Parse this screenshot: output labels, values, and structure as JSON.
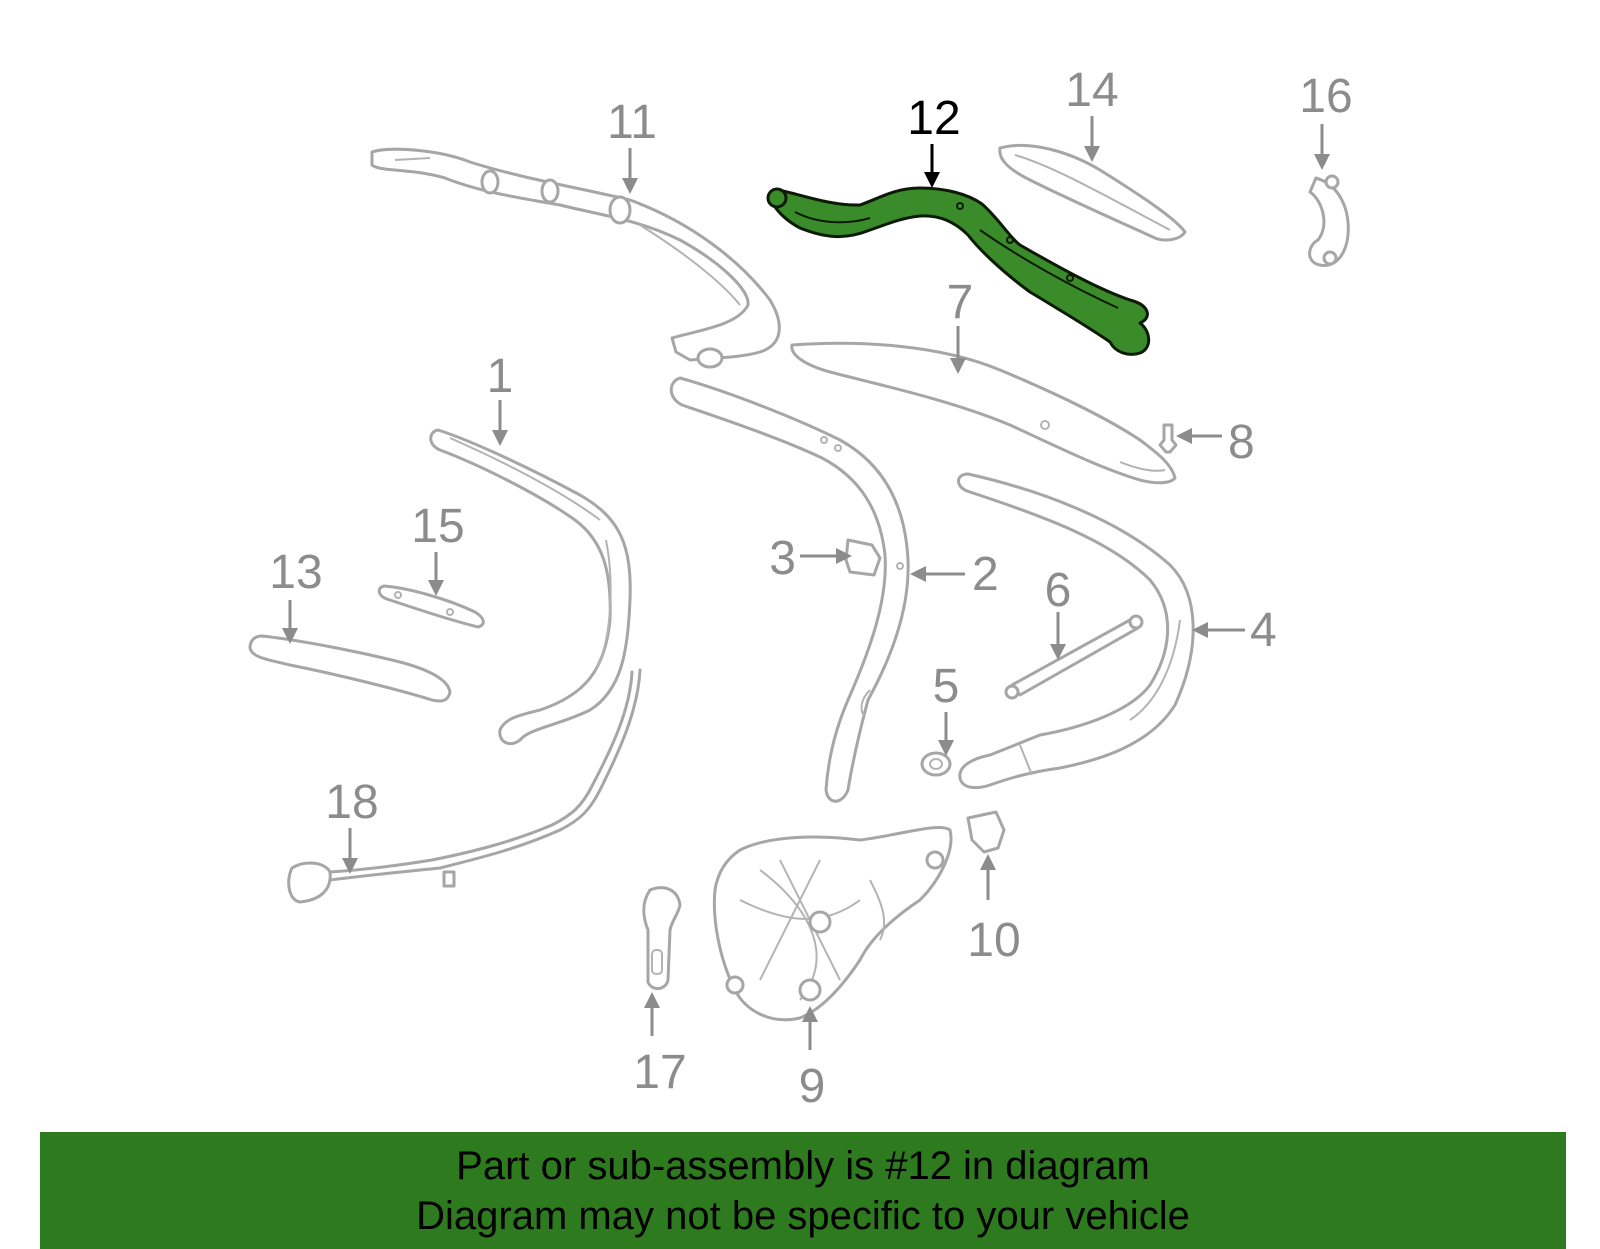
{
  "callouts": [
    {
      "id": "1",
      "label": "1"
    },
    {
      "id": "2",
      "label": "2"
    },
    {
      "id": "3",
      "label": "3"
    },
    {
      "id": "4",
      "label": "4"
    },
    {
      "id": "5",
      "label": "5"
    },
    {
      "id": "6",
      "label": "6"
    },
    {
      "id": "7",
      "label": "7"
    },
    {
      "id": "8",
      "label": "8"
    },
    {
      "id": "9",
      "label": "9"
    },
    {
      "id": "10",
      "label": "10"
    },
    {
      "id": "11",
      "label": "11"
    },
    {
      "id": "12",
      "label": "12",
      "highlighted": true
    },
    {
      "id": "13",
      "label": "13"
    },
    {
      "id": "14",
      "label": "14"
    },
    {
      "id": "15",
      "label": "15"
    },
    {
      "id": "16",
      "label": "16"
    },
    {
      "id": "17",
      "label": "17"
    },
    {
      "id": "18",
      "label": "18"
    }
  ],
  "banner": {
    "line1": "Part or sub-assembly is #12 in diagram",
    "line2": "Diagram may not be specific to your vehicle"
  },
  "colors": {
    "highlight_part": "#3a8c2a",
    "banner_background": "#2e7a1e",
    "part_outline": "#a6a6a6",
    "callout_text": "#8c8c8c"
  }
}
